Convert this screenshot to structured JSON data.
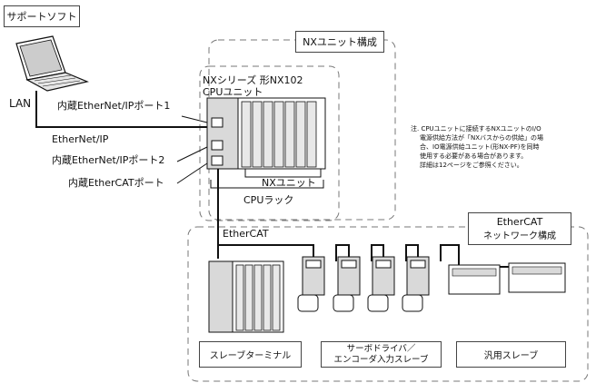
{
  "labels": {
    "support_software": "サポートソフト",
    "lan": "LAN",
    "nx_config": "NXユニット構成",
    "cpu_model_line1": "NXシリーズ 形NX102",
    "cpu_model_line2": "CPUユニット",
    "port1": "内蔵EtherNet/IPポート1",
    "ethernet_ip": "EtherNet/IP",
    "port2": "内蔵EtherNet/IPポート2",
    "ethercat_port": "内蔵EtherCATポート",
    "nx_unit": "NXユニット",
    "cpu_rack": "CPUラック",
    "ethercat_bus": "EtherCAT",
    "ethercat_net_line1": "EtherCAT",
    "ethercat_net_line2": "ネットワーク構成",
    "note_line1": "注. CPUユニットに接続するNXユニットのI/O",
    "note_line2": "電源供給方法が「NXバスからの供給」の場",
    "note_line3": "合、IO電源供給ユニット(形NX-PF)を同時",
    "note_line4": "使用する必要がある場合があります。",
    "note_line5": "詳細は12ページをご参照ください。",
    "slave_terminal": "スレーブターミナル",
    "servo_line1": "サーボドライバ／",
    "servo_line2": "エンコーダ入力スレーブ",
    "general_slave": "汎用スレーブ"
  },
  "colors": {
    "line": "#111111",
    "dash": "#777777",
    "device": "#d9d9d9"
  }
}
